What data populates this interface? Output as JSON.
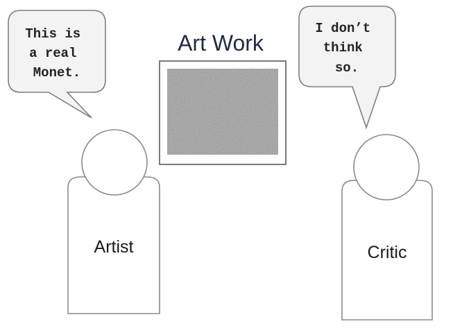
{
  "artwork": {
    "title": "Art Work"
  },
  "artist": {
    "label": "Artist",
    "speech_lines": [
      "This is",
      "a real",
      "Monet."
    ]
  },
  "critic": {
    "label": "Critic",
    "speech_lines": [
      "I don’t",
      "think",
      "so."
    ]
  },
  "colors": {
    "bubble_fill": "#f3f3f3",
    "outline": "#8a8a8a",
    "canvas_gray": "#8e8e8e",
    "title": "#1f2a44"
  }
}
